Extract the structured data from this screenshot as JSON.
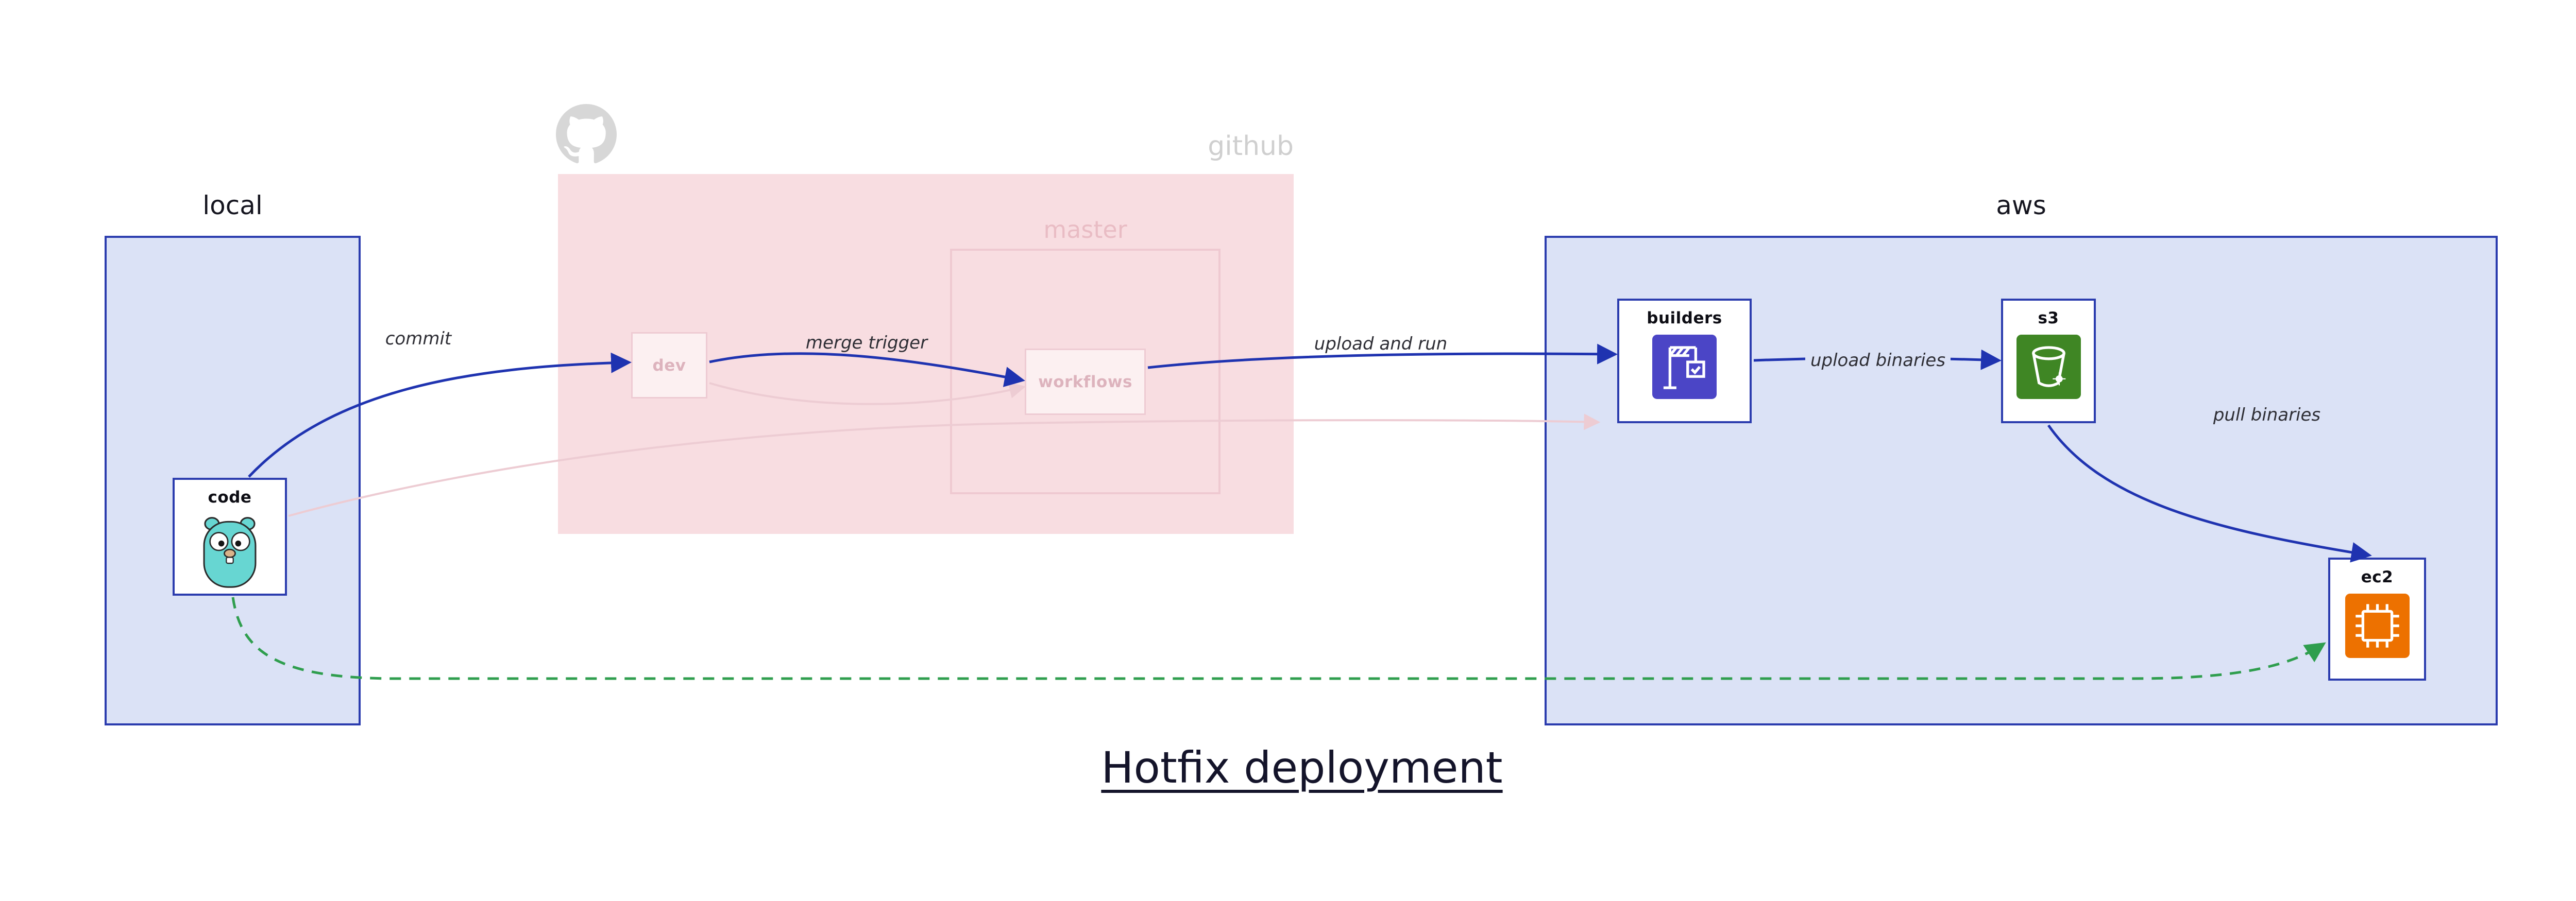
{
  "title": "Hotfix deployment",
  "containers": {
    "local": {
      "label": "local"
    },
    "github": {
      "label": "github"
    },
    "master": {
      "label": "master"
    },
    "aws": {
      "label": "aws"
    }
  },
  "nodes": {
    "code": {
      "label": "code",
      "icon": "gopher-icon"
    },
    "dev": {
      "label": "dev"
    },
    "workflows": {
      "label": "workflows"
    },
    "builders": {
      "label": "builders",
      "icon": "crane-icon"
    },
    "s3": {
      "label": "s3",
      "icon": "bucket-icon"
    },
    "ec2": {
      "label": "ec2",
      "icon": "chip-icon"
    }
  },
  "edges": {
    "commit": {
      "label": "commit"
    },
    "merge_trigger": {
      "label": "merge trigger"
    },
    "upload_and_run": {
      "label": "upload and run"
    },
    "upload_binaries": {
      "label": "upload binaries"
    },
    "pull_binaries": {
      "label": "pull binaries"
    }
  },
  "icons": {
    "github": "github-logo-icon",
    "code": "gopher-icon",
    "builders": "crane-icon",
    "s3": "bucket-icon",
    "ec2": "chip-icon"
  },
  "colors": {
    "container_fill": "#dbe2f6",
    "container_border": "#2b3cae",
    "github_fill": "#f8dde1",
    "faded_pink": "#eecbd3",
    "arrow_blue": "#1f33b0",
    "arrow_green": "#2f9e4e",
    "builders_icon_bg": "#4b45c6",
    "s3_icon_bg": "#3f8624",
    "ec2_icon_bg": "#ed7100",
    "gopher_teal": "#67d6d2"
  }
}
